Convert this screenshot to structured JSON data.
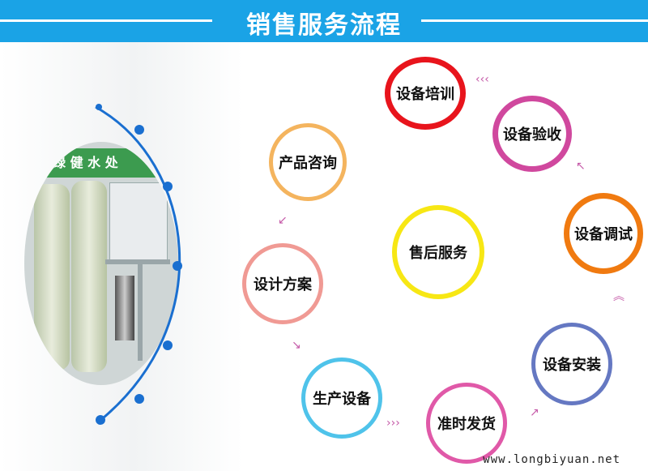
{
  "header": {
    "title": "销售服务流程",
    "bg_color": "#1aa3e6"
  },
  "photo": {
    "banner_text": "绿 健 水 处"
  },
  "steps": [
    {
      "label": "设备培训",
      "color": "#e8141c"
    },
    {
      "label": "设备验收",
      "color": "#d0489e"
    },
    {
      "label": "产品咨询",
      "color": "#f4b45e"
    },
    {
      "label": "设备调试",
      "color": "#f07a10"
    },
    {
      "label": "售后服务",
      "color": "#f7e714"
    },
    {
      "label": "设计方案",
      "color": "#f09a94"
    },
    {
      "label": "生产设备",
      "color": "#4fc3ea"
    },
    {
      "label": "准时发货",
      "color": "#e059a8"
    },
    {
      "label": "设备安装",
      "color": "#6578c2"
    }
  ],
  "footer": {
    "url": "www.longbiyuan.net"
  }
}
